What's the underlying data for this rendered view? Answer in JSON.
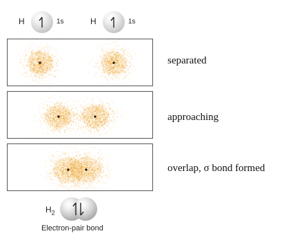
{
  "atoms": [
    {
      "symbol": "H",
      "orbital": "1s",
      "spin": "up"
    },
    {
      "symbol": "H",
      "orbital": "1s",
      "spin": "up"
    }
  ],
  "stages": [
    {
      "caption": "separated"
    },
    {
      "caption": "approaching"
    },
    {
      "caption": "overlap, σ bond formed"
    }
  ],
  "molecule": {
    "formula_base": "H",
    "formula_sub": "2",
    "spins": "up-down",
    "caption": "Electron-pair bond"
  },
  "colors": {
    "cloud": "#eda531",
    "nucleus": "#111111",
    "panel_border": "#555555",
    "sphere_dark": "#a9a9a9"
  }
}
